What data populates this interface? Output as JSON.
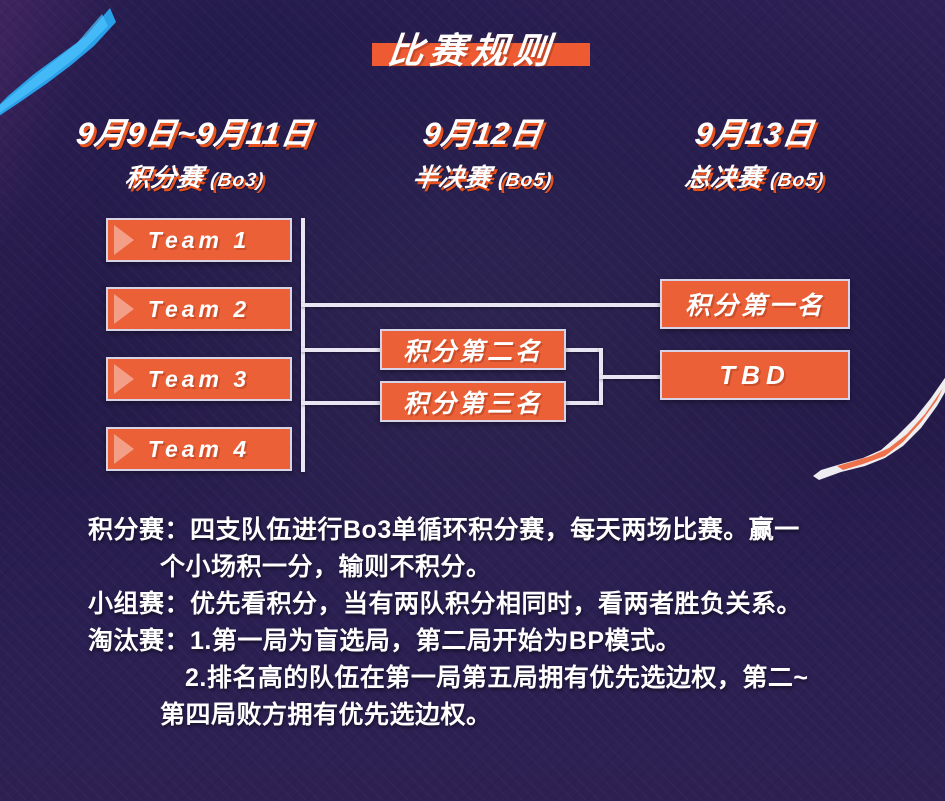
{
  "title": "比赛规则",
  "columns": [
    {
      "date": "9月9日~9月11日",
      "stage": "积分赛",
      "format": "(Bo3)"
    },
    {
      "date": "9月12日",
      "stage": "半决赛",
      "format": "(Bo5)"
    },
    {
      "date": "9月13日",
      "stage": "总决赛",
      "format": "(Bo5)"
    }
  ],
  "bracket": {
    "teams": [
      {
        "label": "Team 1"
      },
      {
        "label": "Team 2"
      },
      {
        "label": "Team 3"
      },
      {
        "label": "Team 4"
      }
    ],
    "semifinal": [
      {
        "label": "积分第二名"
      },
      {
        "label": "积分第三名"
      }
    ],
    "final": [
      {
        "label": "积分第一名"
      },
      {
        "label": "TBD"
      }
    ]
  },
  "rules": [
    "积分赛：四支队伍进行Bo3单循环积分赛，每天两场比赛。赢一",
    "个小场积一分，输则不积分。",
    "小组赛：优先看积分，当有两队积分相同时，看两者胜负关系。",
    "淘汰赛：1.第一局为盲选局，第二局开始为BP模式。",
    "2.排名高的队伍在第一局第五局拥有优先选边权，第二~",
    "第四局败方拥有优先选边权。"
  ],
  "colors": {
    "background": "#241a49",
    "accent": "#ec6038",
    "banner": "#ee5a32",
    "line": "#e8e6f2",
    "text": "#ffffff"
  }
}
